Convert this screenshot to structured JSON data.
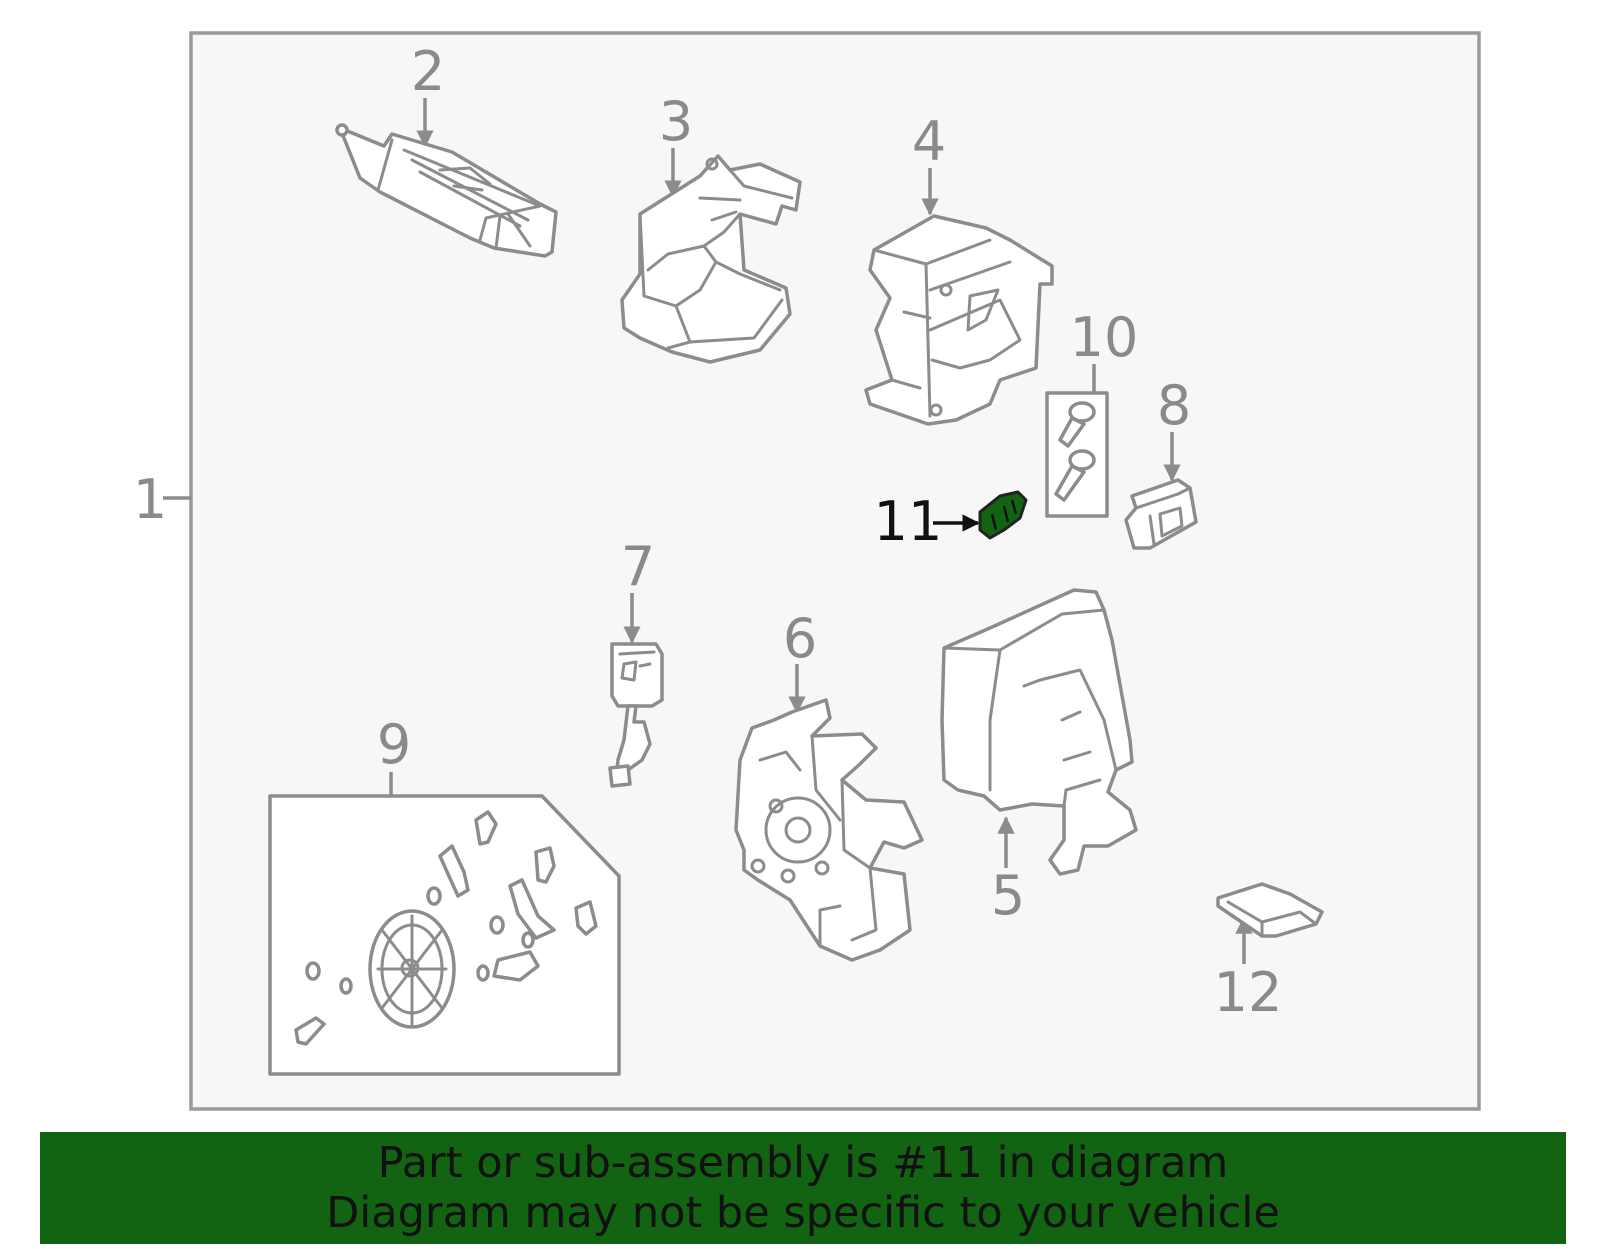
{
  "diagram": {
    "callouts": [
      "1",
      "2",
      "3",
      "4",
      "5",
      "6",
      "7",
      "8",
      "9",
      "10",
      "11",
      "12"
    ],
    "highlighted_callout": "11",
    "colors": {
      "highlight": "#126312",
      "line": "#8c8c8c",
      "panel": "#f7f7f7",
      "highlight_label": "#111111"
    }
  },
  "banner": {
    "line1": "Part or sub-assembly is #11 in diagram",
    "line2": "Diagram may not be specific to your vehicle",
    "background": "#126312"
  }
}
